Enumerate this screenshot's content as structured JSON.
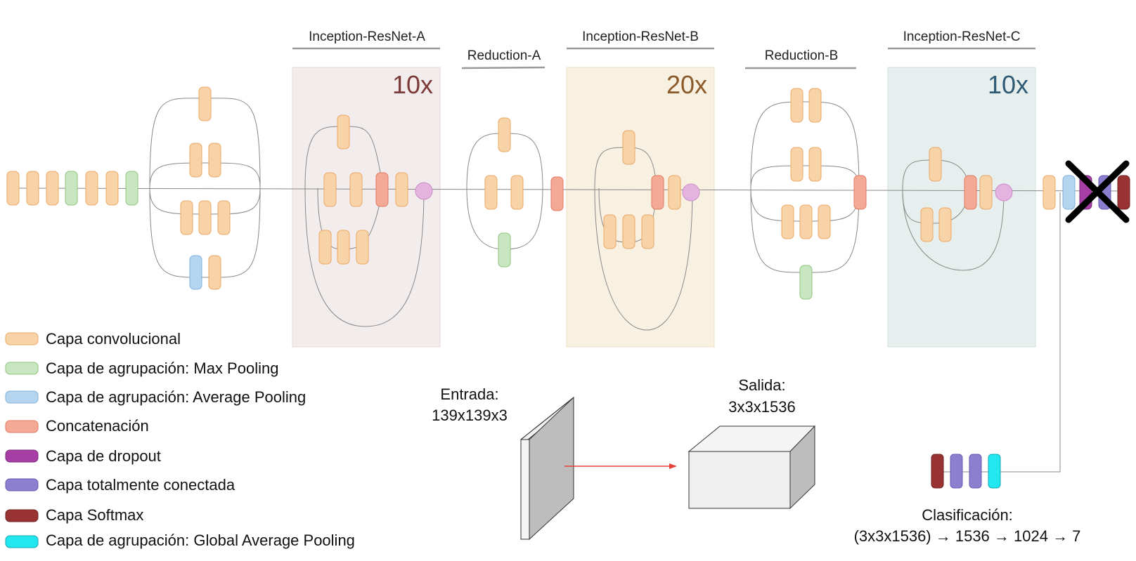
{
  "sections": {
    "a_title": "Inception-ResNet-A",
    "a_rep": "10x",
    "red_a_title": "Reduction-A",
    "b_title": "Inception-ResNet-B",
    "b_rep": "20x",
    "red_b_title": "Reduction-B",
    "c_title": "Inception-ResNet-C",
    "c_rep": "10x"
  },
  "legend": [
    {
      "label": "Capa convolucional",
      "color": "#f9d3a8"
    },
    {
      "label": "Capa de agrupación: Max Pooling",
      "color": "#c8e6c0"
    },
    {
      "label": "Capa de agrupación: Average Pooling",
      "color": "#b5d4ee"
    },
    {
      "label": "Concatenación",
      "color": "#f4a995"
    },
    {
      "label": "Capa de dropout",
      "color": "#a63ea6"
    },
    {
      "label": "Capa totalmente conectada",
      "color": "#8c7fd0"
    },
    {
      "label": "Capa Softmax",
      "color": "#993333"
    },
    {
      "label": "Capa de agrupación: Global Average Pooling",
      "color": "#22e6f0"
    }
  ],
  "input": {
    "line1": "Entrada:",
    "line2": "139x139x3"
  },
  "output": {
    "line1": "Salida:",
    "line2": "3x3x1536"
  },
  "classification": {
    "line1": "Clasificación:",
    "line2": "(3x3x1536) → 1536 → 1024 → 7"
  },
  "colors": {
    "conv": "#f9d3a8",
    "conv_stroke": "#eaa865",
    "maxpool": "#c8e6c0",
    "maxpool_stroke": "#8fc47f",
    "avgpool": "#b5d4ee",
    "avgpool_stroke": "#7fb0da",
    "concat": "#f4a995",
    "concat_stroke": "#e07a62",
    "add": "#e4b3e0",
    "add_stroke": "#c98dc6",
    "dropout": "#a63ea6",
    "fc": "#8c7fd0",
    "softmax": "#993333",
    "gap": "#22e6f0",
    "panel_a": "#f3ecec",
    "panel_b": "#f8f1e1",
    "panel_c": "#e7efee",
    "rep_a": "#7d3a3a",
    "rep_b": "#8a5a2a",
    "rep_c": "#2e5a74",
    "arrow": "#e8403a"
  }
}
